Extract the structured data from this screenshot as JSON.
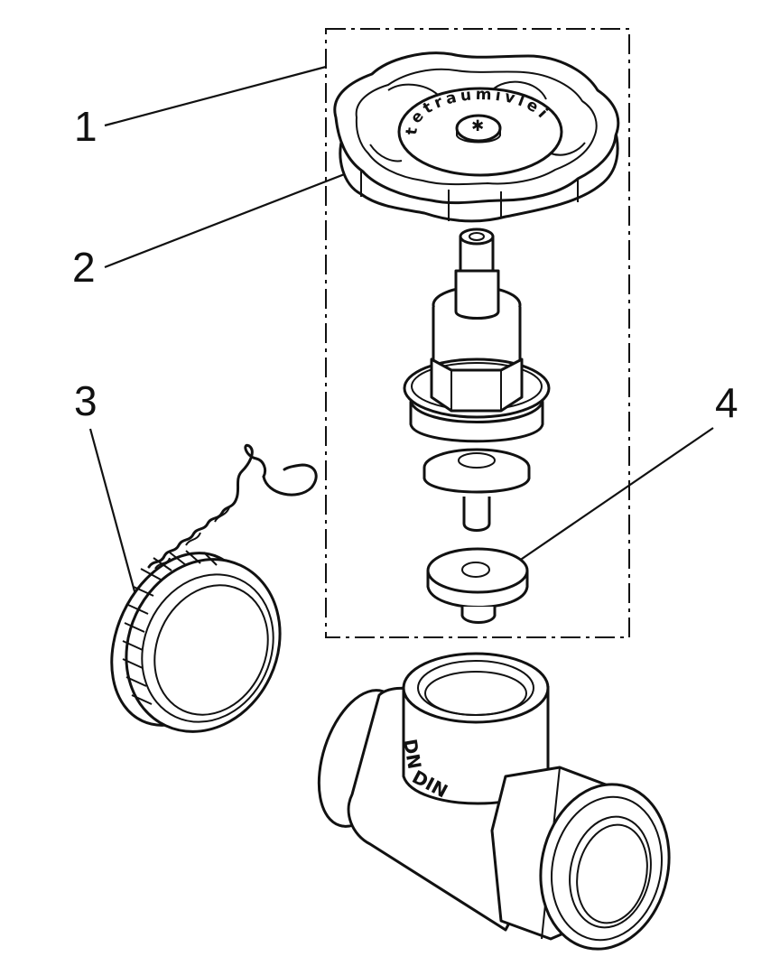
{
  "diagram": {
    "title": "Exploded view of valve assembly",
    "callouts": [
      {
        "id": "1",
        "label": "1",
        "target": "upper-part-assembly"
      },
      {
        "id": "2",
        "label": "2",
        "target": "handwheel"
      },
      {
        "id": "3",
        "label": "3",
        "target": "cap-with-chain"
      },
      {
        "id": "4",
        "label": "4",
        "target": "valve-seal-disc"
      }
    ],
    "handwheel_text": "tetraumivlei",
    "body_marking": "DIN",
    "body_marking_small": "DN"
  },
  "colors": {
    "line": "#111111",
    "background": "#ffffff"
  }
}
